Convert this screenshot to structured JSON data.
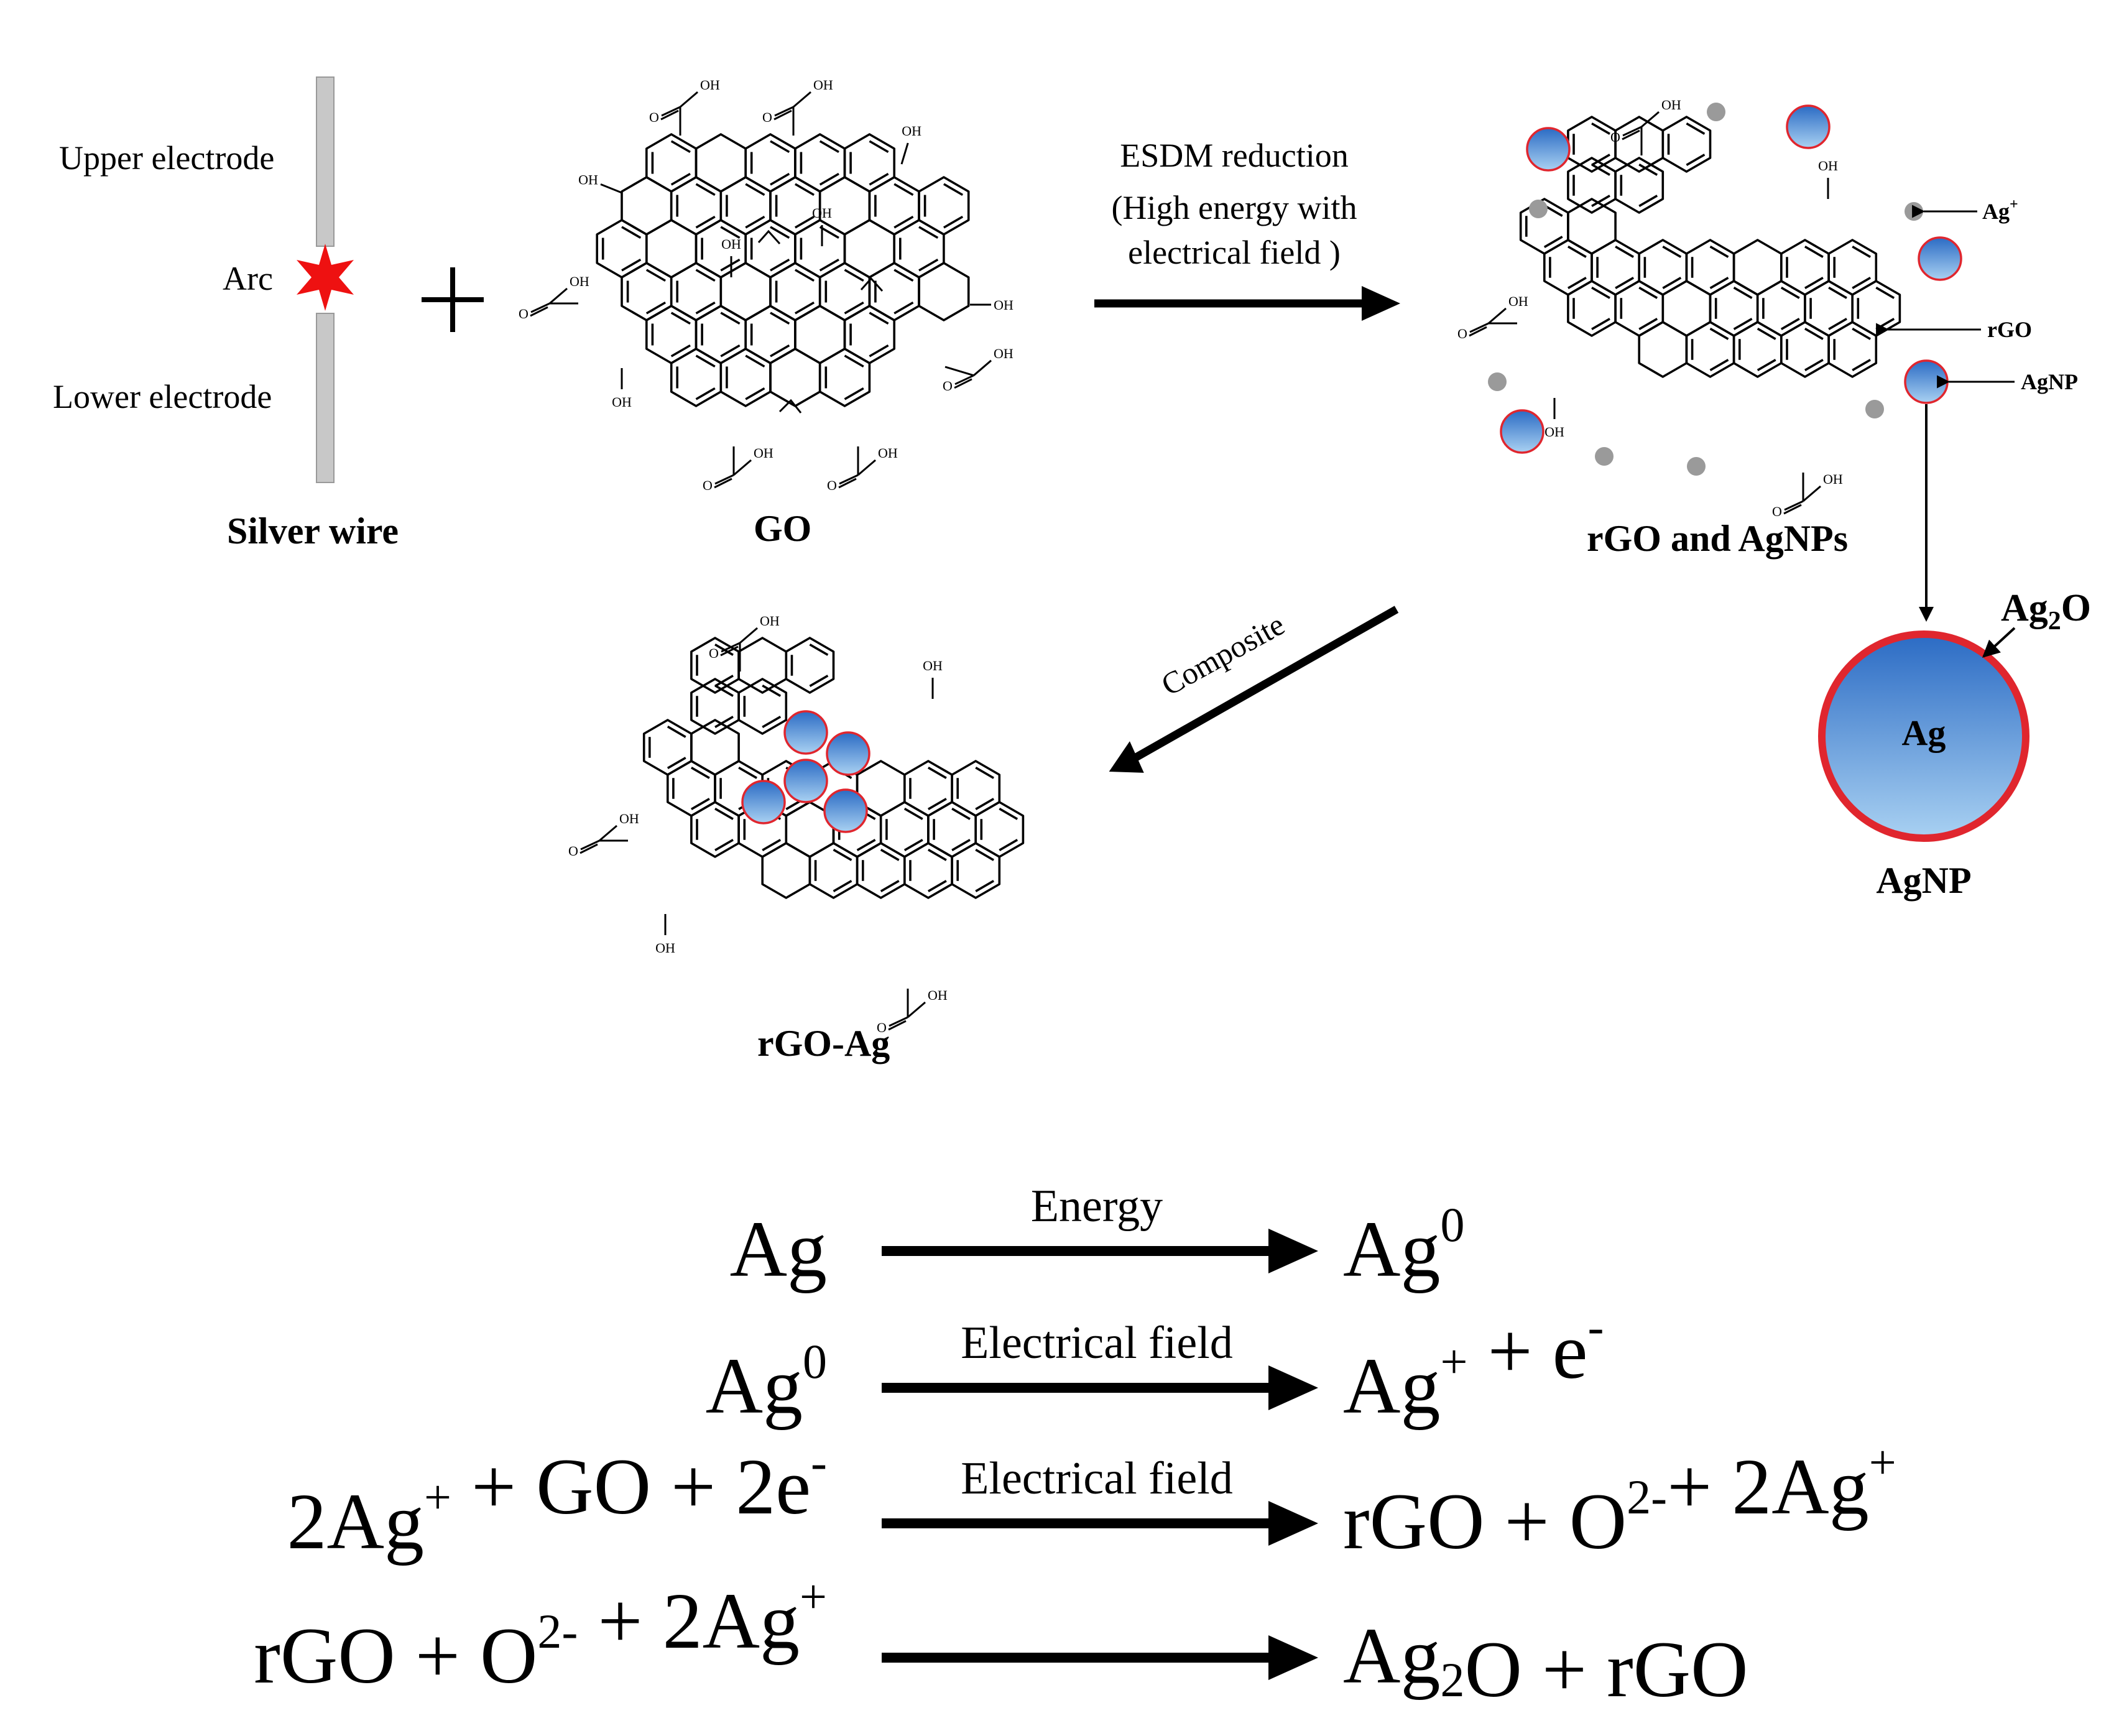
{
  "electrode": {
    "upper_label": "Upper electrode",
    "arc_label": "Arc",
    "lower_label": "Lower electrode",
    "wire_label": "Silver wire",
    "arc_color": "#ee1111"
  },
  "plus": "+",
  "go": {
    "label": "GO",
    "groups": {
      "oh": "OH",
      "o": "O"
    }
  },
  "step1": {
    "line1": "ESDM reduction",
    "line2": "(High energy with",
    "line3": "electrical field )"
  },
  "rgo_agnps": {
    "label": "rGO and AgNPs",
    "callouts": {
      "ag_ion": "Ag",
      "ag_ion_charge": "+",
      "rgo": "rGO",
      "agnp": "AgNP"
    }
  },
  "agnp_detail": {
    "shell_label": "Ag",
    "shell_sub": "2",
    "shell_suffix": "O",
    "core_label": "Ag",
    "label": "AgNP",
    "colors": {
      "core_top": "#2b6bc4",
      "core_bottom": "#a9d1f2",
      "shell": "#e0262e",
      "ion": "#9a9a9a"
    }
  },
  "step2": {
    "label": "Composite"
  },
  "composite": {
    "label": "rGO-Ag"
  },
  "equations": [
    {
      "arrow_label": "Energy",
      "left": [
        {
          "t": "Ag"
        }
      ],
      "right": [
        {
          "t": "Ag"
        },
        {
          "t": "0",
          "s": "sup"
        }
      ]
    },
    {
      "arrow_label": "Electrical field",
      "left": [
        {
          "t": "Ag"
        },
        {
          "t": "0",
          "s": "sup"
        }
      ],
      "right": [
        {
          "t": "Ag"
        },
        {
          "t": "+",
          "s": "sup"
        },
        {
          "t": " + e"
        },
        {
          "t": "-",
          "s": "sup"
        }
      ]
    },
    {
      "arrow_label": "Electrical field",
      "left": [
        {
          "t": "2Ag"
        },
        {
          "t": "+",
          "s": "sup"
        },
        {
          "t": " + GO + 2e"
        },
        {
          "t": "-",
          "s": "sup"
        }
      ],
      "right": [
        {
          "t": "rGO + O"
        },
        {
          "t": "2-",
          "s": "sup"
        },
        {
          "t": "+ 2Ag"
        },
        {
          "t": "+",
          "s": "sup"
        }
      ]
    },
    {
      "arrow_label": "",
      "left": [
        {
          "t": "rGO + O"
        },
        {
          "t": "2-",
          "s": "sup"
        },
        {
          "t": " + 2Ag"
        },
        {
          "t": "+",
          "s": "sup"
        }
      ],
      "right": [
        {
          "t": "Ag"
        },
        {
          "t": "2",
          "s": "sub"
        },
        {
          "t": "O + rGO"
        }
      ]
    }
  ]
}
